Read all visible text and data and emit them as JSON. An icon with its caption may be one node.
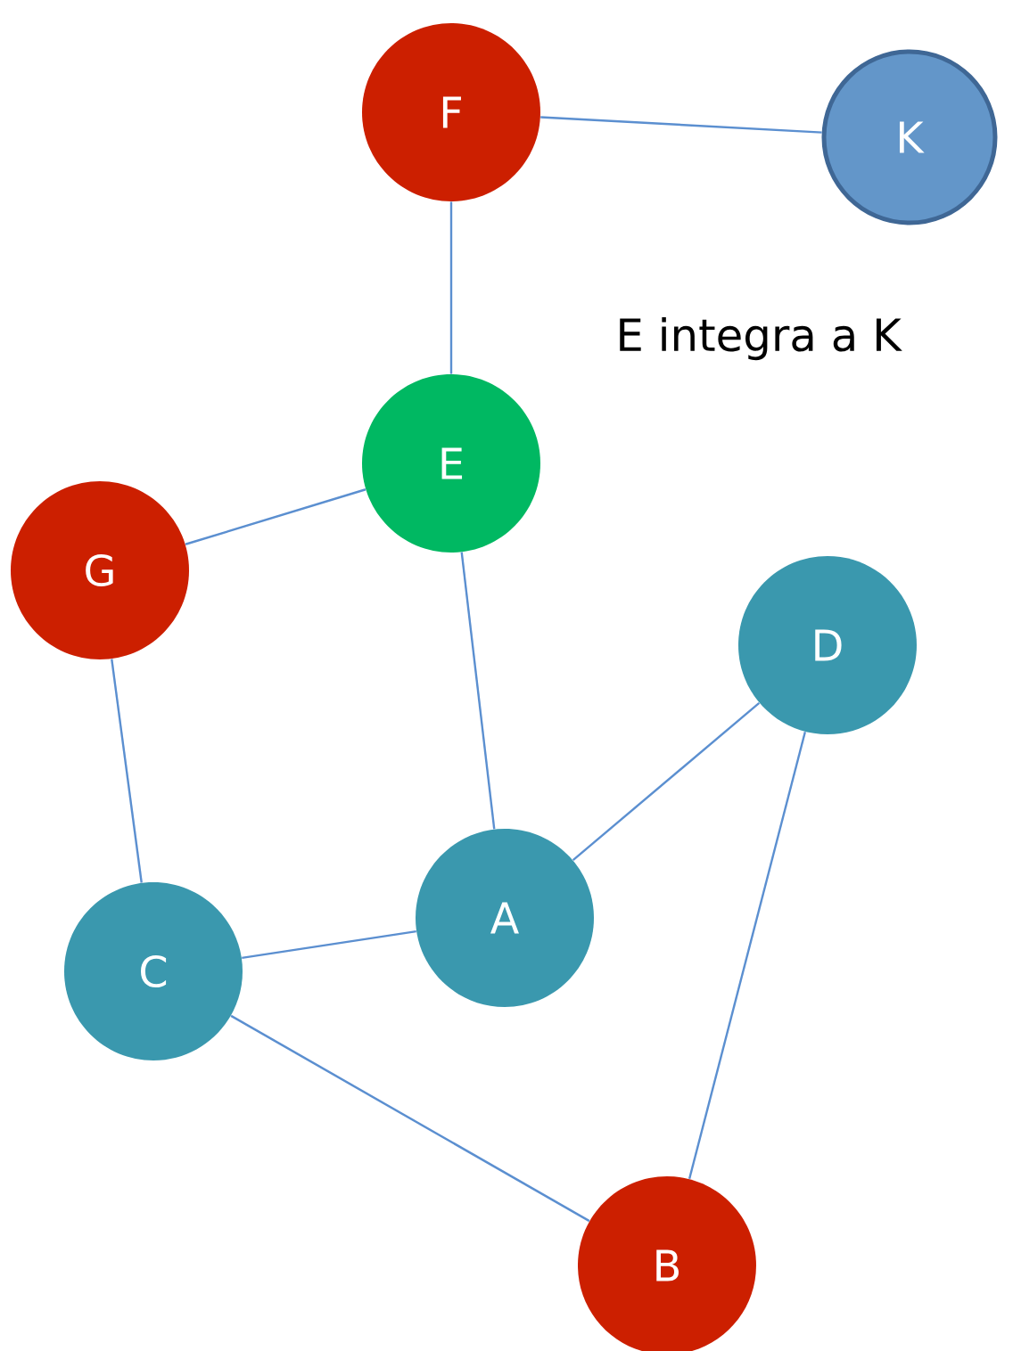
{
  "diagram": {
    "nodes": [
      {
        "text": [
          "F"
        ]
      },
      {
        "text": [
          "K"
        ]
      },
      {
        "text": [
          "E"
        ]
      },
      {
        "text": [
          "G"
        ]
      },
      {
        "text": [
          "D"
        ]
      },
      {
        "text": [
          "A"
        ]
      },
      {
        "text": [
          "C"
        ]
      },
      {
        "text": [
          "B"
        ]
      }
    ],
    "edges": [
      {
        "from": 0,
        "to": 1,
        "arrow": "none"
      },
      {
        "from": 0,
        "to": 2,
        "arrow": "none"
      },
      {
        "from": 2,
        "to": 3,
        "arrow": "none"
      },
      {
        "from": 2,
        "to": 5,
        "arrow": "none"
      },
      {
        "from": 3,
        "to": 6,
        "arrow": "none"
      },
      {
        "from": 6,
        "to": 5,
        "arrow": "none"
      },
      {
        "from": 5,
        "to": 4,
        "arrow": "none"
      },
      {
        "from": 4,
        "to": 7,
        "arrow": "none"
      },
      {
        "from": 6,
        "to": 7,
        "arrow": "none"
      }
    ],
    "labels": [
      "E integra a K"
    ]
  }
}
